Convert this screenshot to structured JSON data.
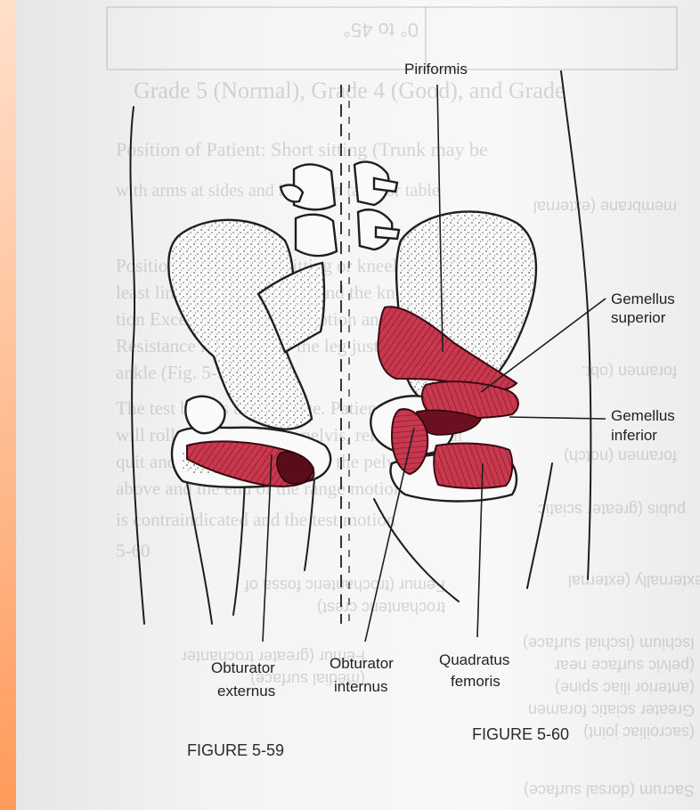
{
  "figures": [
    {
      "caption": "FIGURE 5-59",
      "muscle_labels": [
        "Obturator externus"
      ]
    },
    {
      "caption": "FIGURE 5-60",
      "muscle_labels": [
        "Piriformis",
        "Gemellus superior",
        "Gemellus inferior",
        "Obturator internus",
        "Quadratus femoris"
      ]
    }
  ],
  "labels": {
    "piriformis": "Piriformis",
    "gemellus_superior_1": "Gemellus",
    "gemellus_superior_2": "superior",
    "gemellus_inferior_1": "Gemellus",
    "gemellus_inferior_2": "inferior",
    "obturator_externus_1": "Obturator",
    "obturator_externus_2": "externus",
    "obturator_internus_1": "Obturator",
    "obturator_internus_2": "internus",
    "quadratus_femoris_1": "Quadratus",
    "quadratus_femoris_2": "femoris"
  },
  "captions": {
    "fig_59": "FIGURE 5-59",
    "fig_60": "FIGURE 5-60"
  },
  "colors": {
    "muscle": "#c8384f",
    "muscle_dark": "#8a1a2c",
    "left_strip": "#ff9a5a"
  }
}
